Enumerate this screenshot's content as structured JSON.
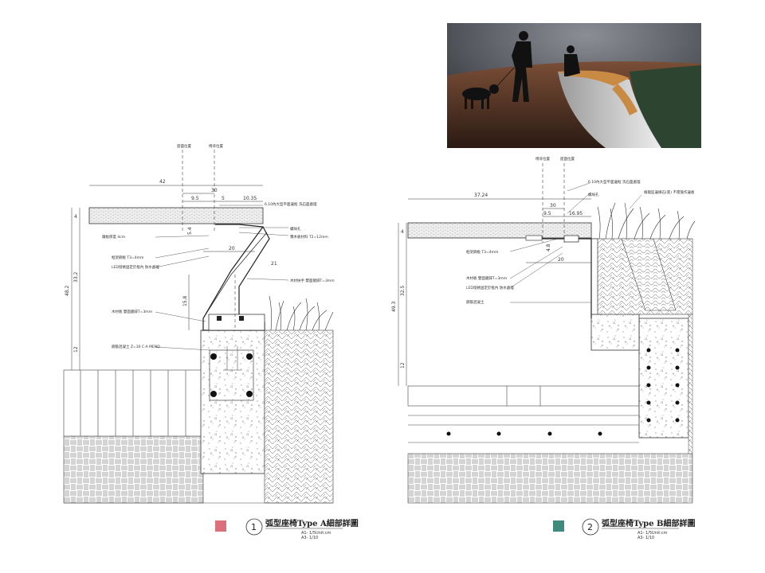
{
  "colors": {
    "legend_1": "#d9707a",
    "legend_2": "#3e8a7e",
    "render_sky": "#4e5157",
    "render_ground": "#5a3a2c",
    "render_bench_top": "#c98a44",
    "render_grass": "#2d4530"
  },
  "detail_1": {
    "number": "1",
    "title": "弧型座椅Type A細部詳圖",
    "scale": "A1- 1/5",
    "units": "Unit:cm",
    "sheet": "A3- 1/10",
    "dims": {
      "top_overall": "42",
      "top_mid": "30",
      "seg_a": "9.5",
      "seg_b": "5",
      "seg_c": "10.35",
      "thick": "4",
      "height_total": "48.2",
      "height_upper": "33.2",
      "height_lower": "12",
      "small_a": "5.4",
      "mid_run": "20",
      "diag": "21",
      "lower_step": "15.8"
    },
    "notes": {
      "n1": "座面位置",
      "n2": "椅背位置",
      "n3": "6.10內大型平面邊框 洗石面處理",
      "n4": "螺絲孔",
      "n5": "實木板材料 T2=12mm",
      "n6": "框架鋼板 T3=4mm",
      "n7": "木材板 雙面鍍鋅T=3mm",
      "n8": "LED燈條固定於框內 防水處理",
      "n9": "木材扶手 雙面鍍鋅T=3mm",
      "n10": "鋼筋混凝土 Z=30 C-A MEND",
      "n11": "鐵板厚度 4cm"
    }
  },
  "detail_2": {
    "number": "2",
    "title": "弧型座椅Type B細部詳圖",
    "scale": "A1- 1/5",
    "units": "Unit:cm",
    "sheet": "A3- 1/10",
    "dims": {
      "top_overall": "37.24",
      "top_mid": "30",
      "seg_a": "9.5",
      "seg_c": "16.95",
      "thick": "4",
      "height_total": "49.3",
      "height_upper": "32.5",
      "height_lower": "12",
      "small_a": "4.8",
      "mid_run": "20"
    },
    "notes": {
      "n1": "椅背位置",
      "n2": "座面位置",
      "n3": "6.10內大型平面邊框 洗石面處理",
      "n4": "螺絲孔",
      "n5": "植栽區邊緣石(底) 不需施作邊板",
      "n6": "框架鋼板 T3=4mm",
      "n7": "木材板 雙面鍍鋅T=3mm",
      "n8": "LED燈條固定於框內 防水處理",
      "n9": "鋼筋混凝土"
    }
  }
}
